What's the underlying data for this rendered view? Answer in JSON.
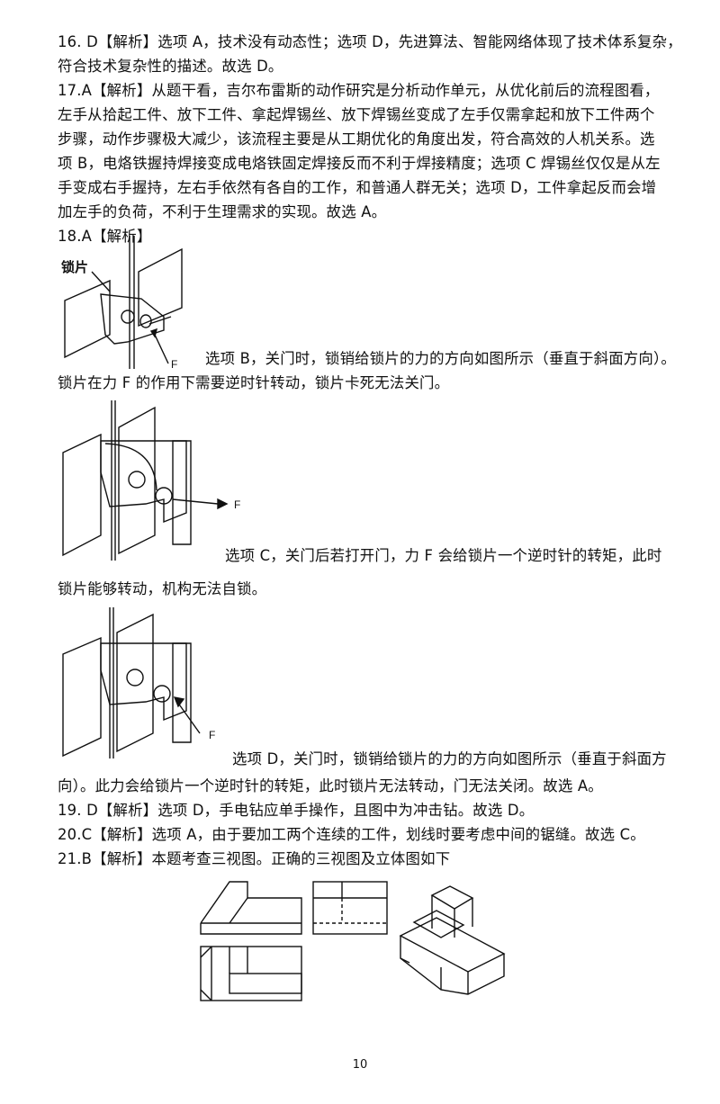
{
  "lines": [
    "16. D【解析】选项 A，技术没有动态性；选项 D，先进算法、智能网络体现了技术体系复杂，",
    "符合技术复杂性的描述。故选 D。",
    "17.A【解析】从题干看，吉尔布雷斯的动作研究是分析动作单元，从优化前后的流程图看，",
    "左手从拾起工件、放下工件、拿起焊锡丝、放下焊锡丝变成了左手仅需拿起和放下工件两个",
    "步骤，动作步骤极大减少，该流程主要是从工期优化的角度出发，符合高效的人机关系。选",
    "项 B，电烙铁握持焊接变成电烙铁固定焊接反而不利于焊接精度；选项 C 焊锡丝仅仅是从左",
    "手变成右手握持，左右手依然有各自的工作，和普通人群无关；选项 D，工件拿起反而会增",
    "加左手的负荷，不利于生理需求的实现。故选 A。",
    "18.A【解析】"
  ],
  "fig1": {
    "label_piece": "锁片",
    "label_force": "F"
  },
  "option_b": [
    "选项 B，关门时，锁销给锁片的力的方向如图所示（垂直于斜面方向）。",
    "锁片在力 F 的作用下需要逆时针转动，锁片卡死无法关门。"
  ],
  "fig2": {
    "label_force": "F"
  },
  "option_c": [
    "选项 C，关门后若打开门，力 F 会给锁片一个逆时针的转矩，此时",
    "锁片能够转动，机构无法自锁。"
  ],
  "fig3": {
    "label_force": "F"
  },
  "option_d": [
    "选项 D，关门时，锁销给锁片的力的方向如图所示（垂直于斜面方",
    "向）。此力会给锁片一个逆时针的转矩，此时锁片无法转动，门无法关闭。故选 A。"
  ],
  "lines2": [
    "19. D【解析】选项 D，手电钻应单手操作，且图中为冲击钻。故选 D。",
    "20.C【解析】选项 A，由于要加工两个连续的工件，划线时要考虑中间的锯缝。故选 C。",
    "21.B【解析】本题考查三视图。正确的三视图及立体图如下"
  ],
  "page_number": "10"
}
